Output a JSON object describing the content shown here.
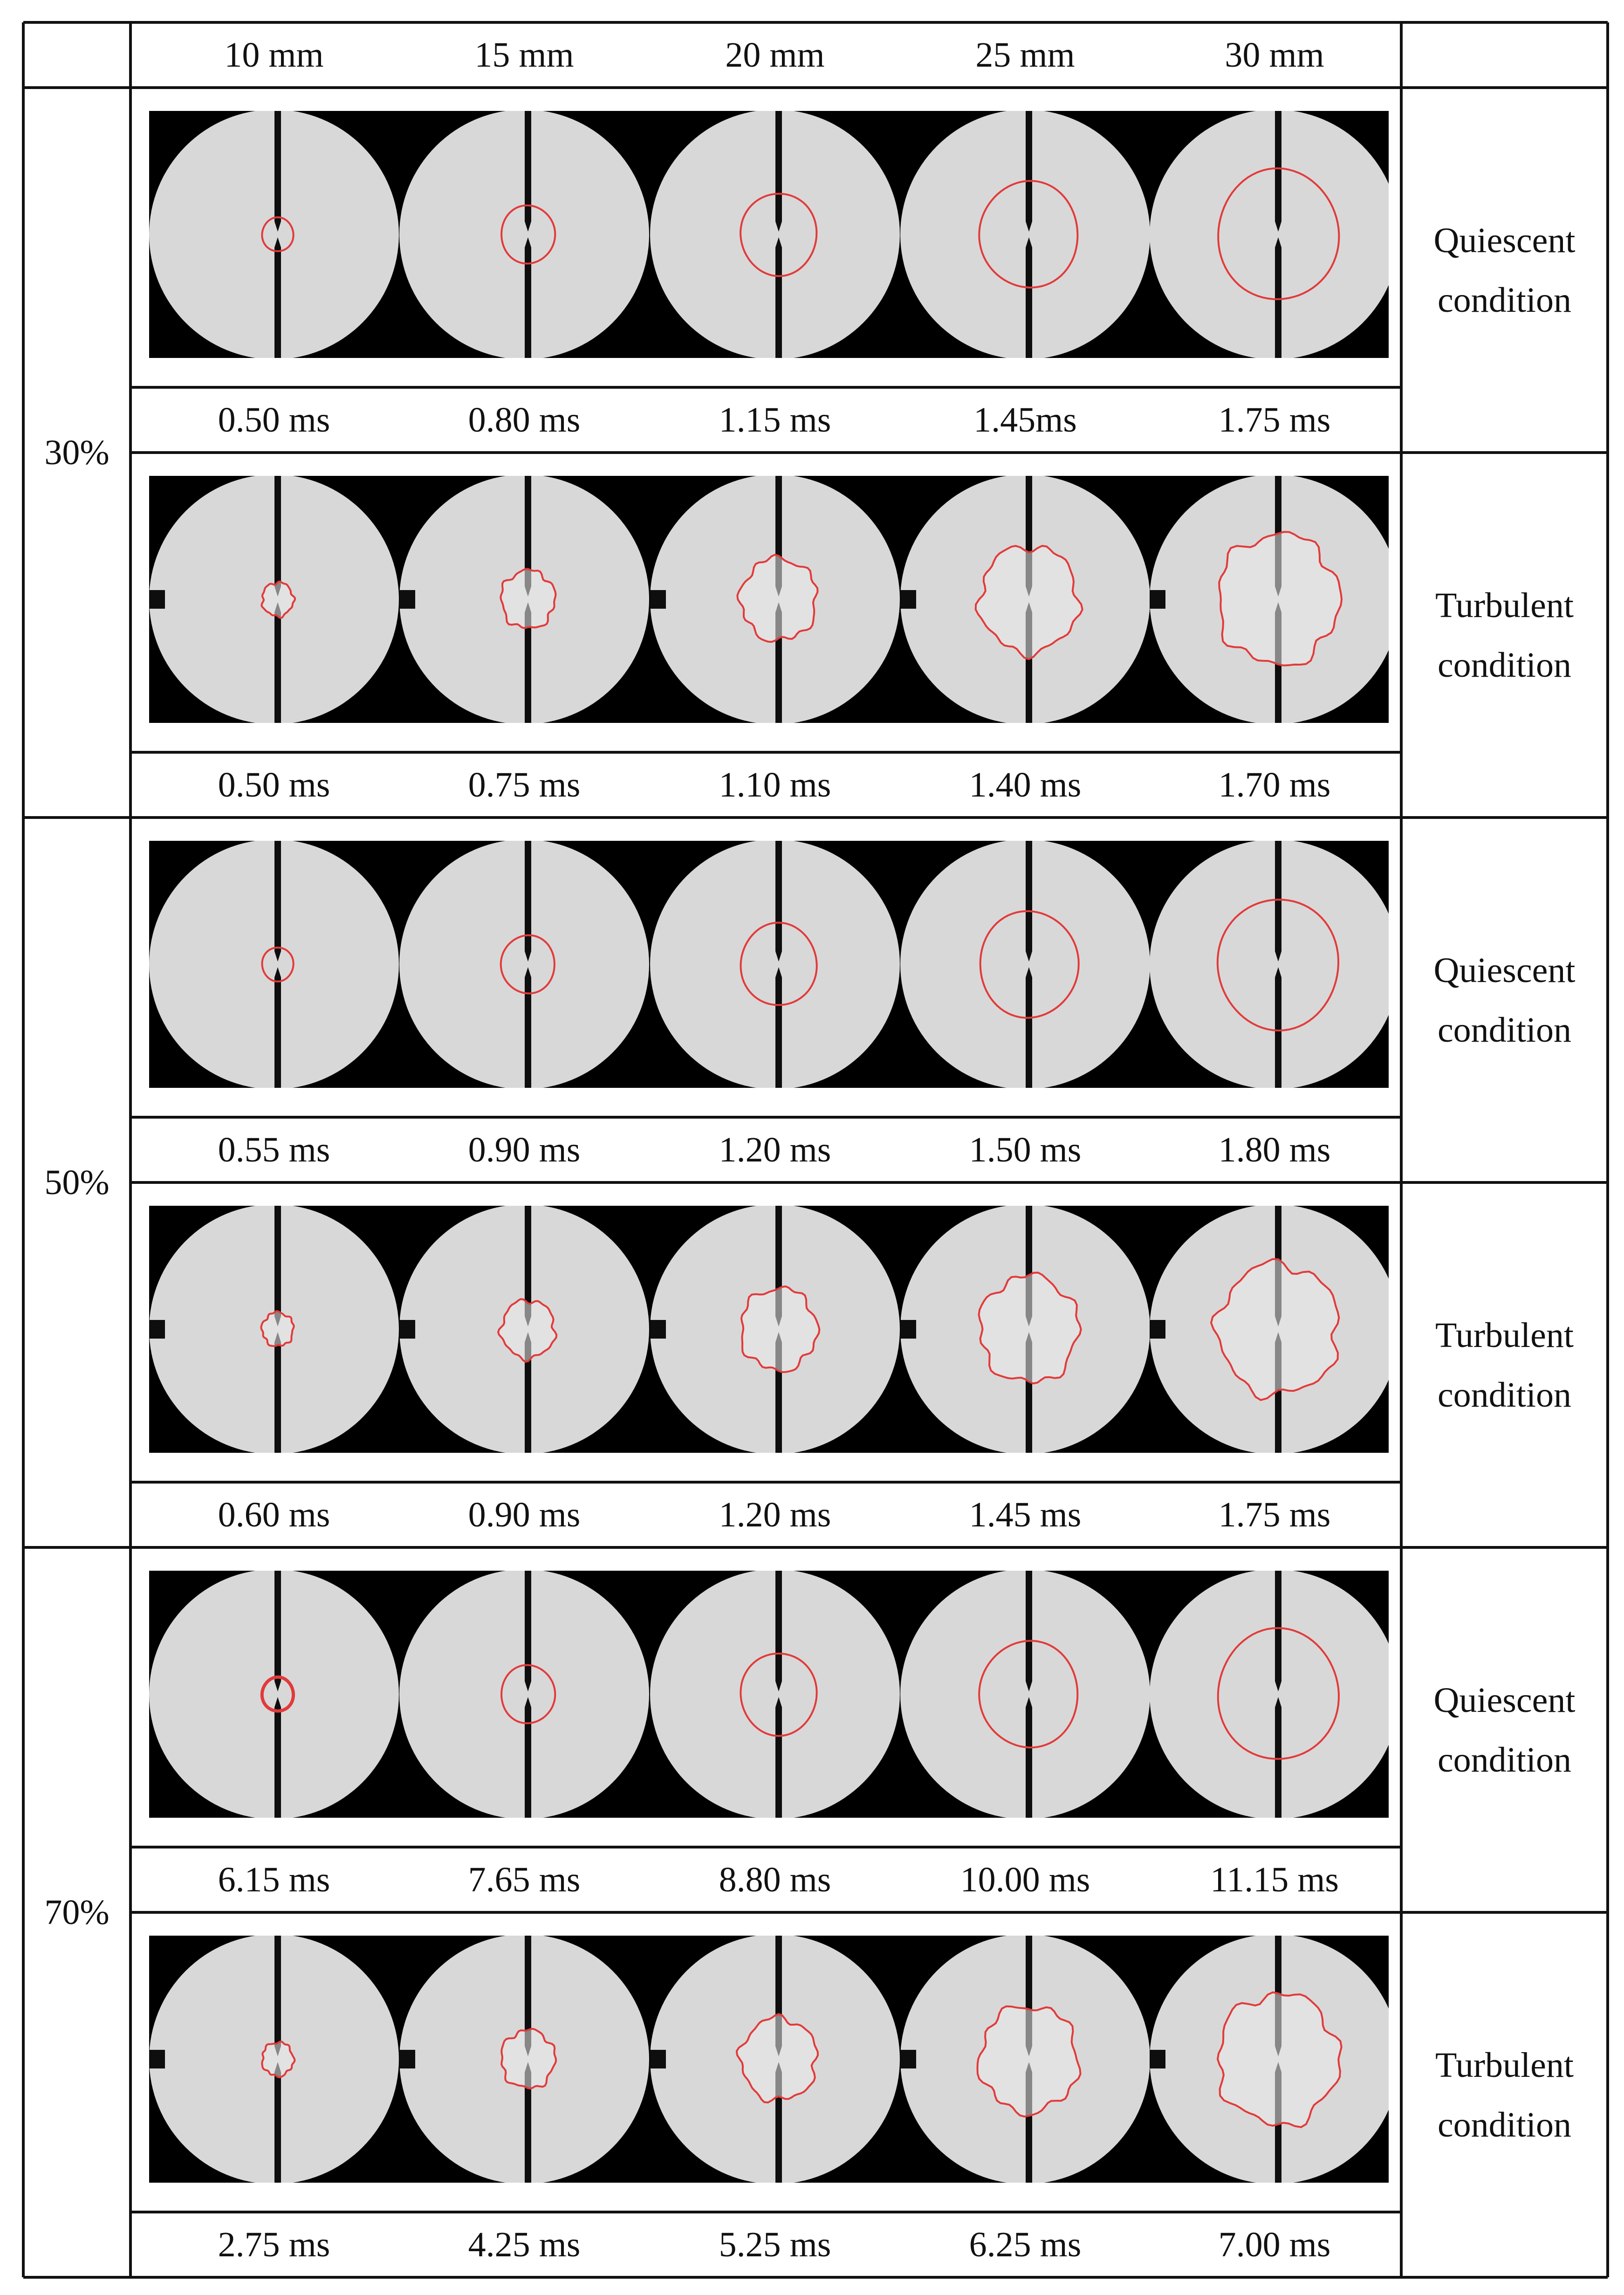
{
  "headers": [
    "10 mm",
    "15 mm",
    "20 mm",
    "25 mm",
    "30 mm"
  ],
  "groups": [
    {
      "label": "30%",
      "rows": [
        {
          "condition": "Quiescent condition",
          "type": "quiescent",
          "times": [
            "0.50 ms",
            "0.80 ms",
            "1.15 ms",
            "1.45ms",
            "1.75 ms"
          ]
        },
        {
          "condition": "Turbulent condition",
          "type": "turbulent",
          "times": [
            "0.50 ms",
            "0.75 ms",
            "1.10 ms",
            "1.40 ms",
            "1.70 ms"
          ]
        }
      ]
    },
    {
      "label": "50%",
      "rows": [
        {
          "condition": "Quiescent condition",
          "type": "quiescent",
          "times": [
            "0.55 ms",
            "0.90 ms",
            "1.20 ms",
            "1.50 ms",
            "1.80 ms"
          ]
        },
        {
          "condition": "Turbulent condition",
          "type": "turbulent",
          "times": [
            "0.60 ms",
            "0.90 ms",
            "1.20 ms",
            "1.45 ms",
            "1.75 ms"
          ]
        }
      ]
    },
    {
      "label": "70%",
      "rows": [
        {
          "condition": "Quiescent condition",
          "type": "quiescent",
          "times": [
            "6.15 ms",
            "7.65 ms",
            "8.80 ms",
            "10.00 ms",
            "11.15 ms"
          ]
        },
        {
          "condition": "Turbulent condition",
          "type": "turbulent",
          "times": [
            "2.75 ms",
            "4.25 ms",
            "5.25 ms",
            "6.25 ms",
            "7.00 ms"
          ]
        }
      ]
    }
  ],
  "colors": {
    "border": "#111111",
    "frame_bg": "#000000",
    "disc": "#d8d8d8",
    "electrode": "#0e0e0e",
    "flame_front": "#e23a3a"
  }
}
